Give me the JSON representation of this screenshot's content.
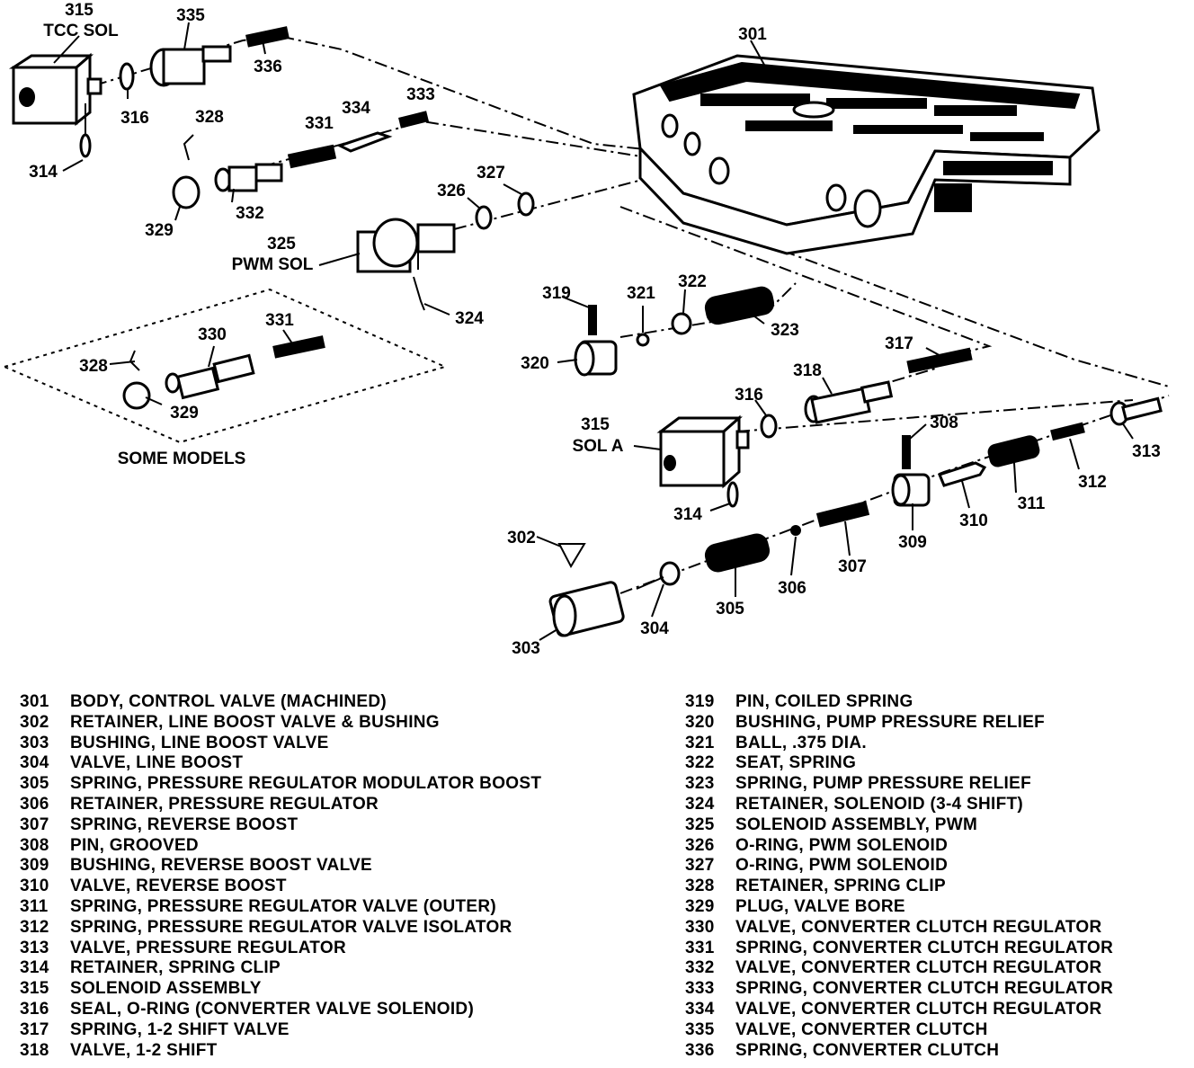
{
  "callouts": {
    "tcc_sol_num": "315",
    "tcc_sol_label": "TCC SOL",
    "c335_top": "335",
    "c336_top": "336",
    "c301": "301",
    "c316_top": "316",
    "c314_top": "314",
    "c328_top": "328",
    "c331_top": "331",
    "c334": "334",
    "c333": "333",
    "c329_top": "329",
    "c332": "332",
    "c326": "326",
    "c327": "327",
    "pwm_sol_num": "325",
    "pwm_sol_label": "PWM SOL",
    "c324": "324",
    "c319": "319",
    "c321": "321",
    "c322": "322",
    "c323": "323",
    "c320": "320",
    "c317": "317",
    "c318": "318",
    "c316_mid": "316",
    "sol_a_num": "315",
    "sol_a_label": "SOL A",
    "c314_mid": "314",
    "c308": "308",
    "c313": "313",
    "c312": "312",
    "c311": "311",
    "c310": "310",
    "c309": "309",
    "c307": "307",
    "c306": "306",
    "c305": "305",
    "c304": "304",
    "c303": "303",
    "c302": "302",
    "c330": "330",
    "c331_inset": "331",
    "c328_inset": "328",
    "c329_inset": "329",
    "some_models": "SOME MODELS"
  },
  "legend": {
    "left": [
      {
        "num": "301",
        "text": "BODY, CONTROL VALVE (MACHINED)"
      },
      {
        "num": "302",
        "text": "RETAINER, LINE BOOST VALVE & BUSHING"
      },
      {
        "num": "303",
        "text": "BUSHING, LINE BOOST VALVE"
      },
      {
        "num": "304",
        "text": "VALVE, LINE BOOST"
      },
      {
        "num": "305",
        "text": "SPRING, PRESSURE REGULATOR MODULATOR BOOST"
      },
      {
        "num": "306",
        "text": "RETAINER, PRESSURE REGULATOR"
      },
      {
        "num": "307",
        "text": "SPRING, REVERSE BOOST"
      },
      {
        "num": "308",
        "text": "PIN, GROOVED"
      },
      {
        "num": "309",
        "text": "BUSHING, REVERSE BOOST VALVE"
      },
      {
        "num": "310",
        "text": "VALVE, REVERSE BOOST"
      },
      {
        "num": "311",
        "text": "SPRING, PRESSURE REGULATOR VALVE (OUTER)"
      },
      {
        "num": "312",
        "text": "SPRING, PRESSURE REGULATOR VALVE ISOLATOR"
      },
      {
        "num": "313",
        "text": "VALVE, PRESSURE REGULATOR"
      },
      {
        "num": "314",
        "text": "RETAINER, SPRING CLIP"
      },
      {
        "num": "315",
        "text": "SOLENOID ASSEMBLY"
      },
      {
        "num": "316",
        "text": "SEAL, O-RING (CONVERTER VALVE SOLENOID)"
      },
      {
        "num": "317",
        "text": "SPRING, 1-2 SHIFT VALVE"
      },
      {
        "num": "318",
        "text": "VALVE, 1-2 SHIFT"
      }
    ],
    "right": [
      {
        "num": "319",
        "text": "PIN, COILED SPRING"
      },
      {
        "num": "320",
        "text": "BUSHING, PUMP PRESSURE RELIEF"
      },
      {
        "num": "321",
        "text": "BALL, .375 DIA."
      },
      {
        "num": "322",
        "text": "SEAT, SPRING"
      },
      {
        "num": "323",
        "text": "SPRING, PUMP PRESSURE RELIEF"
      },
      {
        "num": "324",
        "text": "RETAINER, SOLENOID (3-4 SHIFT)"
      },
      {
        "num": "325",
        "text": "SOLENOID ASSEMBLY, PWM"
      },
      {
        "num": "326",
        "text": "O-RING, PWM SOLENOID"
      },
      {
        "num": "327",
        "text": "O-RING, PWM SOLENOID"
      },
      {
        "num": "328",
        "text": "RETAINER, SPRING CLIP"
      },
      {
        "num": "329",
        "text": "PLUG, VALVE BORE"
      },
      {
        "num": "330",
        "text": "VALVE, CONVERTER CLUTCH REGULATOR"
      },
      {
        "num": "331",
        "text": "SPRING, CONVERTER CLUTCH REGULATOR"
      },
      {
        "num": "332",
        "text": "VALVE, CONVERTER CLUTCH REGULATOR"
      },
      {
        "num": "333",
        "text": "SPRING, CONVERTER CLUTCH REGULATOR"
      },
      {
        "num": "334",
        "text": "VALVE, CONVERTER CLUTCH REGULATOR"
      },
      {
        "num": "335",
        "text": "VALVE, CONVERTER CLUTCH"
      },
      {
        "num": "336",
        "text": "SPRING, CONVERTER CLUTCH"
      }
    ]
  }
}
